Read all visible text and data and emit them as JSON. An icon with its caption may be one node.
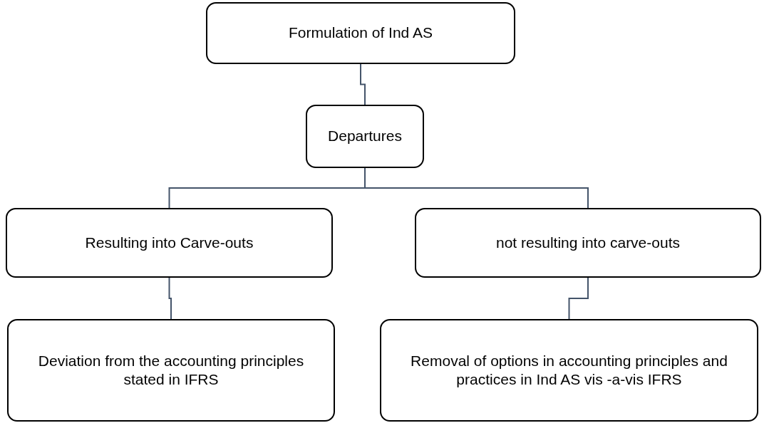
{
  "diagram": {
    "nodes": [
      {
        "text": [
          "Formulation of Ind AS"
        ]
      },
      {
        "text": [
          "Departures"
        ]
      },
      {
        "text": [
          "Resulting into Carve-outs"
        ]
      },
      {
        "text": [
          "not resulting into carve-outs"
        ]
      },
      {
        "text": [
          "Deviation from the accounting principles stated in IFRS"
        ]
      },
      {
        "text": [
          "Removal of options in accounting principles and practices in Ind AS vis -a-vis IFRS"
        ]
      }
    ],
    "edges": [
      {
        "from": 0,
        "to": 1,
        "arrow": "none"
      },
      {
        "from": 1,
        "to": 2,
        "arrow": "none"
      },
      {
        "from": 1,
        "to": 3,
        "arrow": "none"
      },
      {
        "from": 2,
        "to": 4,
        "arrow": "none"
      },
      {
        "from": 3,
        "to": 5,
        "arrow": "none"
      }
    ]
  }
}
